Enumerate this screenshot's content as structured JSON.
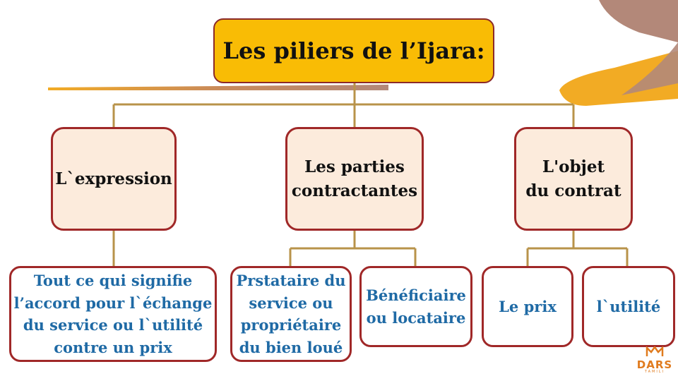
{
  "title": "Les piliers de l’Ijara:",
  "pillars": [
    {
      "label": "L`expression"
    },
    {
      "label": "Les parties\ncontractantes"
    },
    {
      "label": "L'objet\ndu contrat"
    }
  ],
  "leaves": [
    {
      "text": "Tout ce qui signifie\nl’accord pour l`échange\ndu service ou l`utilité\ncontre un prix"
    },
    {
      "text": "Prstataire du\nservice ou\npropriétaire\ndu bien loué"
    },
    {
      "text": "Bénéficiaire\nou locataire"
    },
    {
      "text": "Le prix"
    },
    {
      "text": "l`utilité"
    }
  ],
  "logo": {
    "text": "DARS",
    "subtext": "TAMILI"
  },
  "colors": {
    "title_fill": "#f9bc05",
    "pillar_fill": "#fcebdc",
    "border": "#a02828",
    "leaf_text": "#1f6aa5",
    "connector": "#b8934a",
    "accent_orange": "#f2ab24",
    "accent_brown": "#b38879"
  }
}
